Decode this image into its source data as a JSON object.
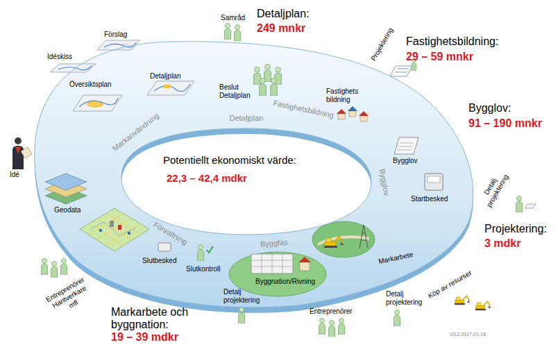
{
  "diagram": {
    "nodes": [
      {
        "text": [
          "Markanvändning",
          "Detaljplan",
          "Fastighetsbildning",
          "Bygglov",
          "Byggfas",
          "Förvaltning"
        ]
      }
    ],
    "labels": [
      "Idéskiss",
      "Förslag",
      "Samråd",
      "Detaljplan:",
      "249 mnkr",
      "Fastighetsbildning:",
      "29 – 59 mnkr",
      "Projektering",
      "Idé",
      "Översiktsplan",
      "Detaljplan",
      "Beslut Detaljplan",
      "Fastighets bildning",
      "Bygglov:",
      "91 – 190 mnkr",
      "Bygglov",
      "Geodata",
      "Potentiellt ekonomiskt värde:",
      "22,3 – 42,4 mdkr",
      "Startbesked",
      "Detalj projektering",
      "Projektering:",
      "3 mdkr",
      "Entreprenörer Hantverkare mfl",
      "Slutbesked",
      "Slutkontroll",
      "Byggnation/Rivning",
      "Markarbete",
      "Köp av resurser",
      "Detalj projektering",
      "Markarbete och byggnation:",
      "19 – 39 mdkr",
      "Detalj projektering",
      "Entreprenörer",
      "V3.2 2017-01-18"
    ]
  }
}
